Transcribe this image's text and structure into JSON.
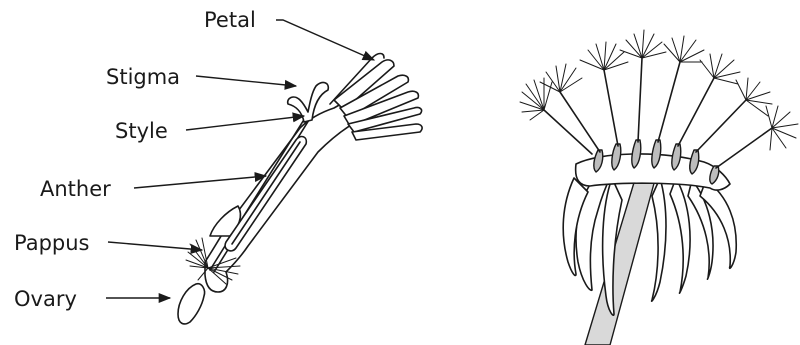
{
  "labels": {
    "petal": "Petal",
    "stigma": "Stigma",
    "style": "Style",
    "anther": "Anther",
    "pappus": "Pappus",
    "ovary": "Ovary"
  },
  "colors": {
    "ink": "#1a1a1a",
    "seed_grey": "#bdbdbd",
    "stalk_grey": "#d9d9d9"
  }
}
